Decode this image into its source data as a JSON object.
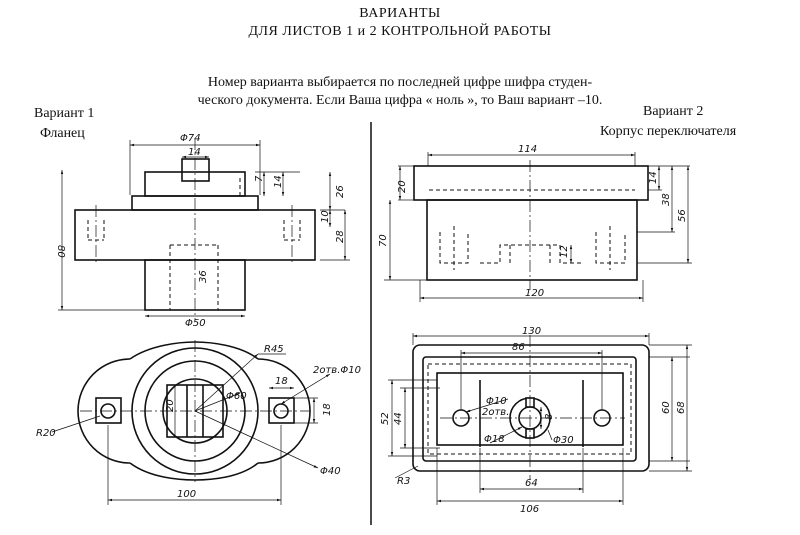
{
  "header": {
    "title": "ВАРИАНТЫ",
    "subtitle": "ДЛЯ ЛИСТОВ  1 и 2   КОНТРОЛЬНОЙ РАБОТЫ",
    "note_line1": "Номер варианта выбирается по последней цифре шифра студен-",
    "note_line2": "ческого документа.  Если Ваша цифра « ноль », то Ваш вариант –10."
  },
  "variant1": {
    "label": "Вариант 1",
    "part": "Фланец",
    "dims": {
      "d74": "Φ74",
      "w14": "14",
      "h7": "7",
      "h14": "14",
      "h26": "26",
      "h10": "10",
      "h28": "28",
      "h80": "80",
      "h36": "36",
      "d50": "Φ50",
      "r45": "R45",
      "holes": "2отв.Φ10",
      "d60": "Φ60",
      "s18a": "18",
      "s18b": "18",
      "s20": "20",
      "r20": "R20",
      "d40": "Φ40",
      "w100": "100"
    }
  },
  "variant2": {
    "label": "Вариант 2",
    "part": "Корпус  переключателя",
    "dims": {
      "w114": "114",
      "h20": "20",
      "h14": "14",
      "h38": "38",
      "h56": "56",
      "h70": "70",
      "h12": "12",
      "w120": "120",
      "w130": "130",
      "w86": "86",
      "h52": "52",
      "h44": "44",
      "h60": "60",
      "h68": "68",
      "d10": "Φ10",
      "holes": "2отв.",
      "h8": "8",
      "d18": "Φ18",
      "d30": "Φ30",
      "r3": "R3",
      "w64": "64",
      "w106": "106"
    }
  }
}
